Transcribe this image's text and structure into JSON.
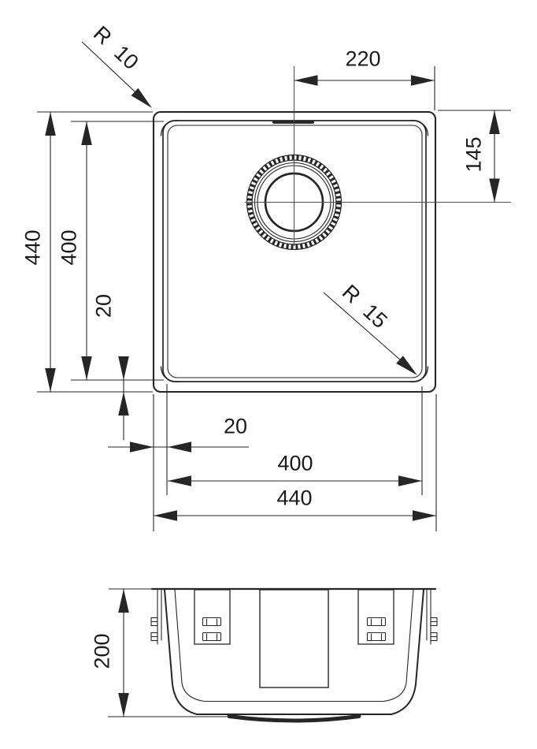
{
  "colors": {
    "ink": "#262626",
    "centerline": "#4d4d4d",
    "background": "#ffffff"
  },
  "top_view": {
    "outer_width_label": "440",
    "outer_height_label": "440",
    "bowl_width_label": "400",
    "bowl_height_label": "400",
    "bowl_left_inset_label": "20",
    "bowl_bottom_inset_label": "20",
    "drain_to_right_edge_label": "220",
    "drain_to_top_edge_label": "145",
    "outer_corner_radius_label": "R 10",
    "bowl_corner_radius_label": "R 15"
  },
  "section_view": {
    "depth_label": "200"
  }
}
